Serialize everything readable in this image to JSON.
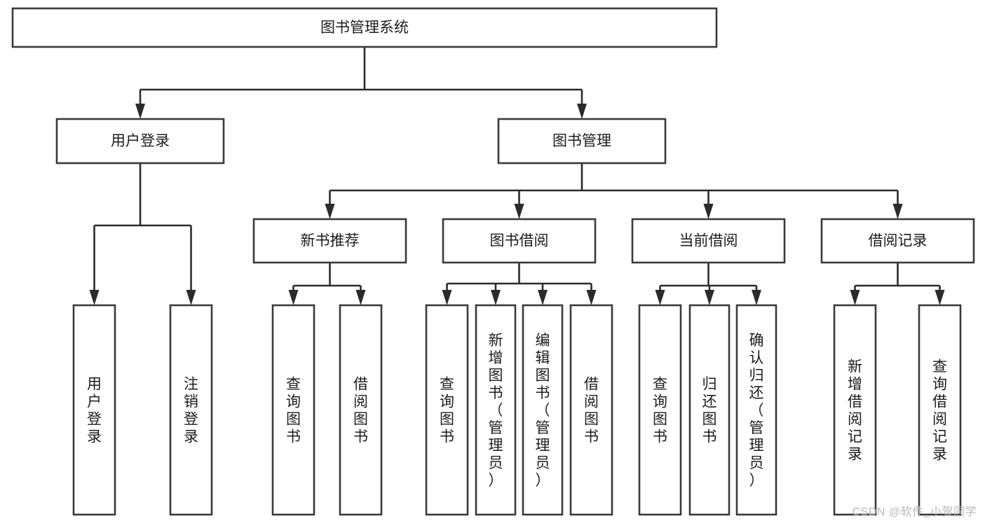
{
  "diagram": {
    "type": "tree",
    "orientation": "top-down",
    "root": {
      "id": "root",
      "label": "图书管理系统",
      "text_orientation": "horizontal"
    },
    "level2": [
      {
        "id": "user-login",
        "label": "用户登录",
        "text_orientation": "horizontal"
      },
      {
        "id": "book-management",
        "label": "图书管理",
        "text_orientation": "horizontal"
      }
    ],
    "level3": [
      {
        "id": "new-book-recommend",
        "label": "新书推荐",
        "parent": "book-management",
        "text_orientation": "horizontal"
      },
      {
        "id": "book-borrow",
        "label": "图书借阅",
        "parent": "book-management",
        "text_orientation": "horizontal"
      },
      {
        "id": "current-borrow",
        "label": "当前借阅",
        "parent": "book-management",
        "text_orientation": "horizontal"
      },
      {
        "id": "borrow-record",
        "label": "借阅记录",
        "parent": "book-management",
        "text_orientation": "horizontal"
      }
    ],
    "leaves": [
      {
        "id": "leaf-user-login",
        "label": "用户登录",
        "parent": "user-login",
        "text_orientation": "vertical"
      },
      {
        "id": "leaf-user-logout",
        "label": "注销登录",
        "parent": "user-login",
        "text_orientation": "vertical"
      },
      {
        "id": "leaf-query-book-1",
        "label": "查询图书",
        "parent": "new-book-recommend",
        "text_orientation": "vertical"
      },
      {
        "id": "leaf-borrow-book-1",
        "label": "借阅图书",
        "parent": "new-book-recommend",
        "text_orientation": "vertical"
      },
      {
        "id": "leaf-query-book-2",
        "label": "查询图书",
        "parent": "book-borrow",
        "text_orientation": "vertical"
      },
      {
        "id": "leaf-add-book",
        "label": "新增图书（管理员）",
        "parent": "book-borrow",
        "text_orientation": "vertical"
      },
      {
        "id": "leaf-edit-book",
        "label": "编辑图书（管理员）",
        "parent": "book-borrow",
        "text_orientation": "vertical"
      },
      {
        "id": "leaf-borrow-book-2",
        "label": "借阅图书",
        "parent": "book-borrow",
        "text_orientation": "vertical"
      },
      {
        "id": "leaf-query-book-3",
        "label": "查询图书",
        "parent": "current-borrow",
        "text_orientation": "vertical"
      },
      {
        "id": "leaf-return-book",
        "label": "归还图书",
        "parent": "current-borrow",
        "text_orientation": "vertical"
      },
      {
        "id": "leaf-confirm-return",
        "label": "确认归还（管理员）",
        "parent": "current-borrow",
        "text_orientation": "vertical"
      },
      {
        "id": "leaf-add-record",
        "label": "新增借阅记录",
        "parent": "borrow-record",
        "text_orientation": "vertical"
      },
      {
        "id": "leaf-query-record",
        "label": "查询借阅记录",
        "parent": "borrow-record",
        "text_orientation": "vertical"
      }
    ],
    "colors": {
      "box_fill": "#ffffff",
      "box_stroke": "#3a3a3a",
      "connector": "#2b2b2b",
      "text": "#1c1c1c",
      "background": "#ffffff",
      "watermark": "#b9b9b9"
    }
  },
  "watermark": {
    "text": "CSDN @软件_小贺同学"
  }
}
